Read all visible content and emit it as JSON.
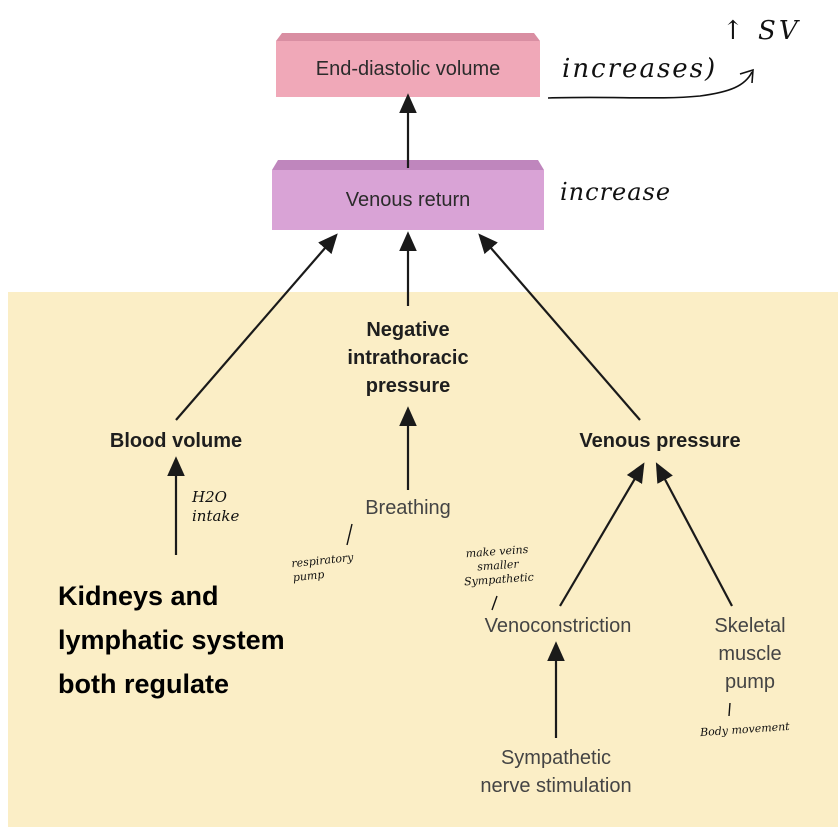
{
  "top_box": {
    "label": "End-diastolic volume",
    "color": "#f0a8b8"
  },
  "second_box": {
    "label": "Venous return",
    "color": "#d9a3d6"
  },
  "panel_color": "#fbeec6",
  "nodes": {
    "negative": [
      "Negative",
      "intrathoracic",
      "pressure"
    ],
    "blood_volume": "Blood volume",
    "venous_pressure": "Venous pressure",
    "breathing": "Breathing",
    "venoconstriction": "Venoconstriction",
    "skeletal": [
      "Skeletal",
      "muscle",
      "pump"
    ],
    "sympathetic": [
      "Sympathetic",
      "nerve stimulation"
    ]
  },
  "handwritten": {
    "increases": "increases)",
    "sv": "↑ SV",
    "increase": "increase",
    "h2o": [
      "H2O",
      "intake"
    ],
    "respiratory": [
      "respiratory",
      "pump"
    ],
    "veins": [
      "make veins",
      "smaller",
      "Sympathetic"
    ],
    "body": "Body movement"
  },
  "note": [
    "Kidneys and",
    "lymphatic system",
    "both regulate"
  ]
}
